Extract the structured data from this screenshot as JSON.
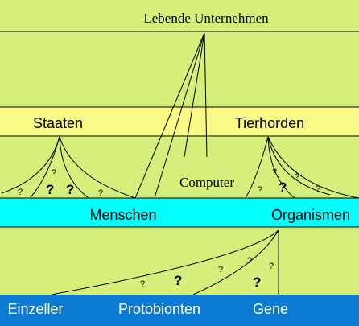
{
  "colors": {
    "background": "#d6ef7b",
    "band_states": "#f9f986",
    "band_organisms": "#00ffff",
    "band_cells": "#0a7ad4",
    "text_dark": "#000000",
    "text_light": "#ffffff"
  },
  "labels": {
    "top": "Lebende Unternehmen",
    "computer": "Computer",
    "states": "Staaten",
    "hordes": "Tierhorden",
    "humans": "Menschen",
    "organisms": "Organismen",
    "single_cell": "Einzeller",
    "protobionts": "Protobionten",
    "genes": "Gene"
  },
  "question_mark": "?"
}
